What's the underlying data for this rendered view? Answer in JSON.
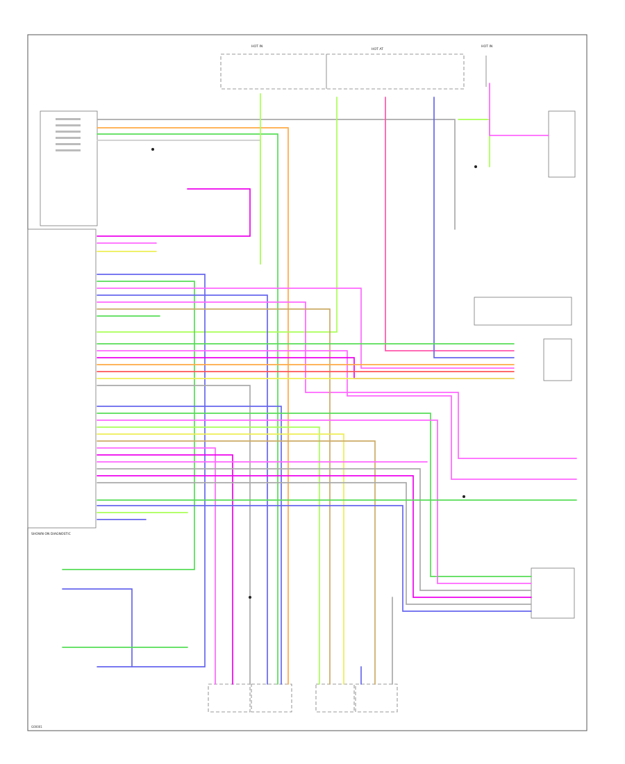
{
  "colors": {
    "background": "#ffffff",
    "frame": "#555555",
    "wire_pink": "#ff66ff",
    "wire_magenta": "#ee00ee",
    "wire_green": "#55dd55",
    "wire_lime": "#aaff55",
    "wire_blue": "#6666ee",
    "wire_yellow": "#eeee55",
    "wire_tan": "#ccaa66",
    "wire_orange": "#ffaa44",
    "wire_gray": "#aaaaaa",
    "wire_red": "#ff5555",
    "wire_lightgray": "#cccccc"
  },
  "labels": {
    "top_center_a": "HOT IN",
    "top_center_b": "HOT AT",
    "top_right": "HOT IN",
    "left_module_note": "SHOWN ON DIAGNOSTIC",
    "bottom_corner": "G00001"
  },
  "diagram": {
    "lines": 34
  }
}
